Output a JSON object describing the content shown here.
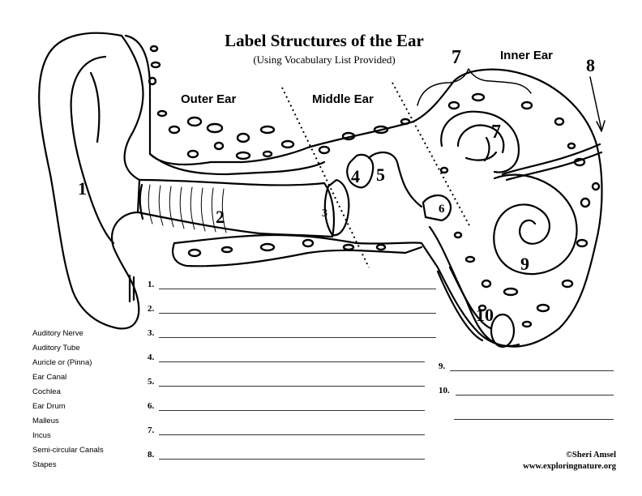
{
  "title": "Label Structures of the Ear",
  "subtitle": "(Using Vocabulary List Provided)",
  "regions": {
    "outer": "Outer Ear",
    "middle": "Middle Ear",
    "inner": "Inner Ear"
  },
  "numbers": [
    "1",
    "2",
    "3",
    "4",
    "5",
    "6",
    "7",
    "7",
    "8",
    "9",
    "10"
  ],
  "vocabulary": [
    "Auditory Nerve",
    "Auditory Tube",
    "Auricle or (Pinna)",
    "Ear Canal",
    "Cochlea",
    "Ear Drum",
    "Malleus",
    "Incus",
    "Semi-circular Canals",
    "Stapes"
  ],
  "answers": [
    "1.",
    "2.",
    "3.",
    "4.",
    "5.",
    "6.",
    "7.",
    "8.",
    "9.",
    "10."
  ],
  "credit": {
    "author": "©Sheri Amsel",
    "site": "www.exploringnature.org"
  }
}
